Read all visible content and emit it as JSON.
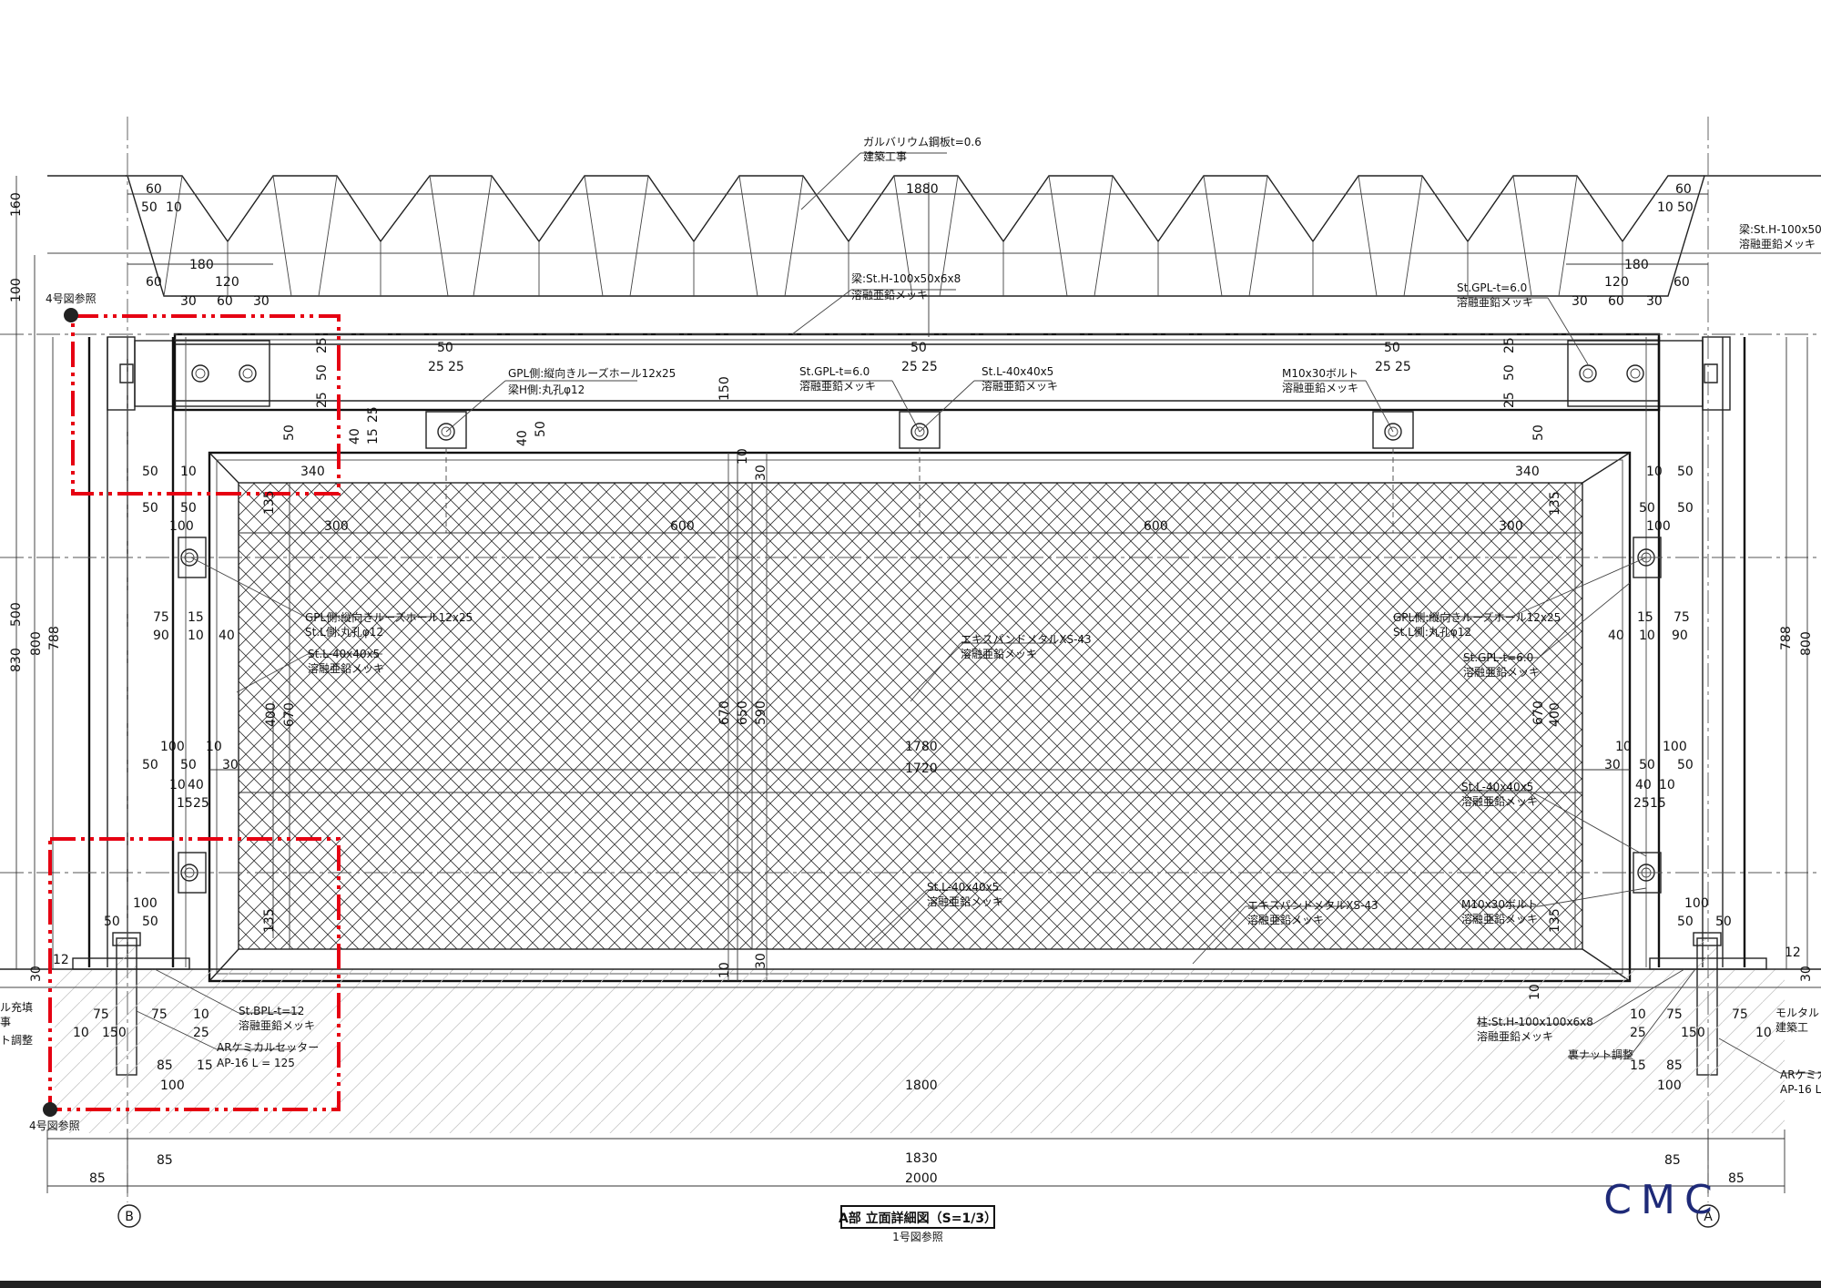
{
  "notes": {
    "galvalume": "ガルバリウム鋼板t=0.6",
    "building_work": "建築工事",
    "beam_top": "梁:St.H-100x50x6x8",
    "beam_top_right": "梁:St.H-100x50x",
    "galv": "溶融亜鉛メッキ",
    "gpl_loose_top": "GPL側:縦向きルーズホール12x25",
    "beam_hole": "梁H側:丸孔φ12",
    "stgpl": "St.GPL-t=6.0",
    "stl": "St.L-40x40x5",
    "bolt": "M10x30ボルト",
    "gpl_loose": "GPL側:縦向きルーズホール12x25",
    "stl_hole": "St.L側:丸孔φ12",
    "expanded": "エキスパンドメタルXS-43",
    "bpl": "St.BPL-t=12",
    "chemical": "ARケミカルセッター",
    "anchor": "AP-16 L = 125",
    "anchor_right": "AP-16 L",
    "chemical_right": "ARケミカ",
    "column": "柱:St.H-100x100x6x8",
    "nut_adjust": "裏ナット調整",
    "mortar_left": "ル充填",
    "work_left": "事",
    "nut_left": "ト調整",
    "mortar_right": "モルタル",
    "work_right": "建築工",
    "ref4_top": "4号図参照",
    "ref4_bottom": "4号図参照"
  },
  "dims": {
    "d60": "60",
    "d50": "50",
    "d10": "10",
    "d1880": "1880",
    "d180": "180",
    "d120": "120",
    "d30": "30",
    "d25": "25",
    "d100": "100",
    "d150": "150",
    "d40": "40",
    "d15": "15",
    "d340": "340",
    "d135": "135",
    "d300": "300",
    "d600": "600",
    "d75": "75",
    "d90": "90",
    "d830": "830",
    "d800": "800",
    "d788": "788",
    "d670": "670",
    "d650": "650",
    "d590": "590",
    "d400": "400",
    "d1780": "1780",
    "d1720": "1720",
    "d12": "12",
    "d85": "85",
    "d1800": "1800",
    "d1830": "1830",
    "d2000": "2000",
    "d500": "500",
    "d160": "160"
  },
  "grid": {
    "left": "B",
    "right": "A"
  },
  "title": {
    "main": "A部 立面詳細図（S=1/3）",
    "sub": "1号図参照"
  },
  "logo": "CMC",
  "colors": {
    "markup": "#e60012",
    "logo": "#1e2a78",
    "line": "#222222"
  }
}
